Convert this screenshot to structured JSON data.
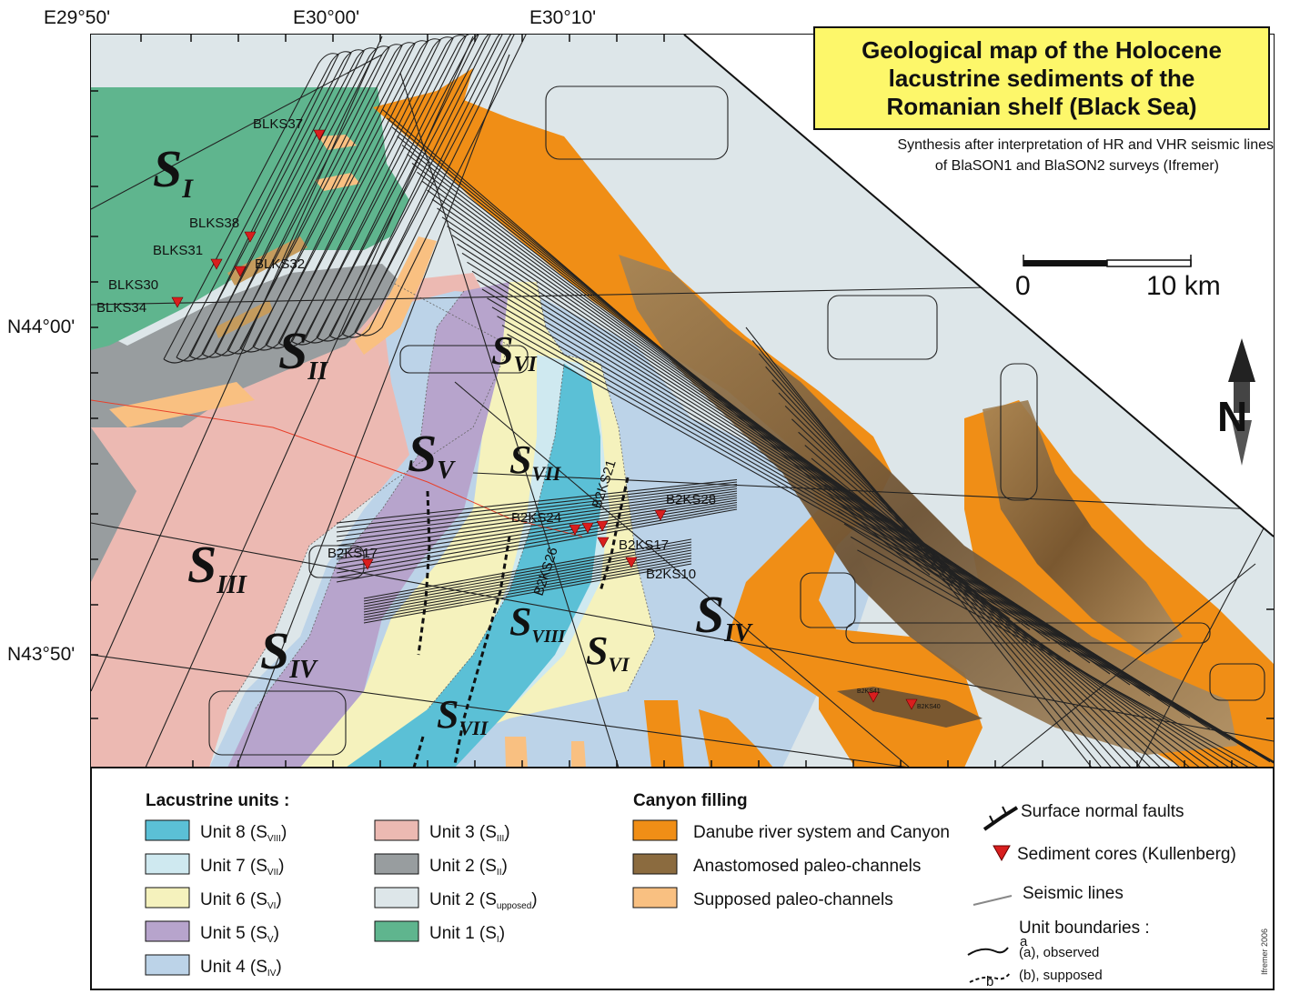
{
  "map": {
    "title_lines": [
      "Geological map of the Holocene",
      "lacustrine sediments of the",
      "Romanian shelf (Black Sea)"
    ],
    "synthesis_lines": [
      "Synthesis after interpretation of HR and VHR seismic lines",
      "of BlaSON1 and BlaSON2 surveys (Ifremer)"
    ],
    "longitude_ticks": [
      "E29°50'",
      "E30°00'",
      "E30°10'"
    ],
    "latitude_ticks": [
      "N44°00'",
      "N43°50'"
    ],
    "scale_bar": {
      "start_label": "0",
      "end_label": "10 km",
      "length_km": 10
    },
    "north_arrow_label": "N",
    "credit": "Ifremer 2006"
  },
  "colors": {
    "unit8": "#5bc0d6",
    "unit7": "#cfe9f0",
    "unit6": "#f5f2bd",
    "unit5": "#b7a4cc",
    "unit4": "#bcd3e8",
    "unit3": "#ecb9b2",
    "unit2": "#989d9f",
    "unit2_supposed": "#dde6e9",
    "unit1": "#5fb58e",
    "danube": "#f08e16",
    "anastomosed": "#8b6b3f",
    "supposed_channels": "#f9c081",
    "title_box": "#fdf76a",
    "core_marker": "#d81e1e"
  },
  "unit_labels": [
    {
      "main": "S",
      "sub": "I"
    },
    {
      "main": "S",
      "sub": "II"
    },
    {
      "main": "S",
      "sub": "III"
    },
    {
      "main": "S",
      "sub": "IV"
    },
    {
      "main": "S",
      "sub": "IV"
    },
    {
      "main": "S",
      "sub": "V"
    },
    {
      "main": "S",
      "sub": "VI"
    },
    {
      "main": "S",
      "sub": "VI"
    },
    {
      "main": "S",
      "sub": "VII"
    },
    {
      "main": "S",
      "sub": "VII"
    },
    {
      "main": "S",
      "sub": "VIII"
    }
  ],
  "sediment_cores": [
    "BLKS37",
    "BLKS38",
    "BLKS31",
    "BLKS32",
    "BLKS30",
    "BLKS34",
    "B2KS17",
    "B2KS24",
    "B2KS21",
    "B2KS28",
    "B2KS17",
    "B2KS10",
    "B2KS26",
    "B2KS41",
    "B2KS40"
  ],
  "legend": {
    "lacustrine_header": "Lacustrine units :",
    "lacustrine_units": [
      {
        "label": "Unit 8 (S",
        "sub": "VIII",
        "color_key": "unit8"
      },
      {
        "label": "Unit 7 (S",
        "sub": "VII",
        "color_key": "unit7"
      },
      {
        "label": "Unit 6 (S",
        "sub": "VI",
        "color_key": "unit6"
      },
      {
        "label": "Unit 5 (S",
        "sub": "V",
        "color_key": "unit5"
      },
      {
        "label": "Unit 4 (S",
        "sub": "IV",
        "color_key": "unit4"
      },
      {
        "label": "Unit 3 (S",
        "sub": "III",
        "color_key": "unit3"
      },
      {
        "label": "Unit 2 (S",
        "sub": "II",
        "color_key": "unit2"
      },
      {
        "label": "Unit 2 (S",
        "sub": "upposed",
        "color_key": "unit2_supposed"
      },
      {
        "label": "Unit 1 (S",
        "sub": "I",
        "color_key": "unit1"
      }
    ],
    "canyon_header": "Canyon filling",
    "canyon_items": [
      {
        "label": "Danube river system and Canyon",
        "color_key": "danube"
      },
      {
        "label": "Anastomosed paleo-channels",
        "color_key": "anastomosed"
      },
      {
        "label": "Supposed paleo-channels",
        "color_key": "supposed_channels"
      }
    ],
    "symbols": {
      "faults": "Surface normal faults",
      "cores": "Sediment cores (Kullenberg)",
      "seismic": "Seismic lines",
      "boundaries": "Unit boundaries :",
      "observed": "(a), observed",
      "supposed": "(b), supposed",
      "mark_a": "a",
      "mark_b": "b"
    }
  }
}
